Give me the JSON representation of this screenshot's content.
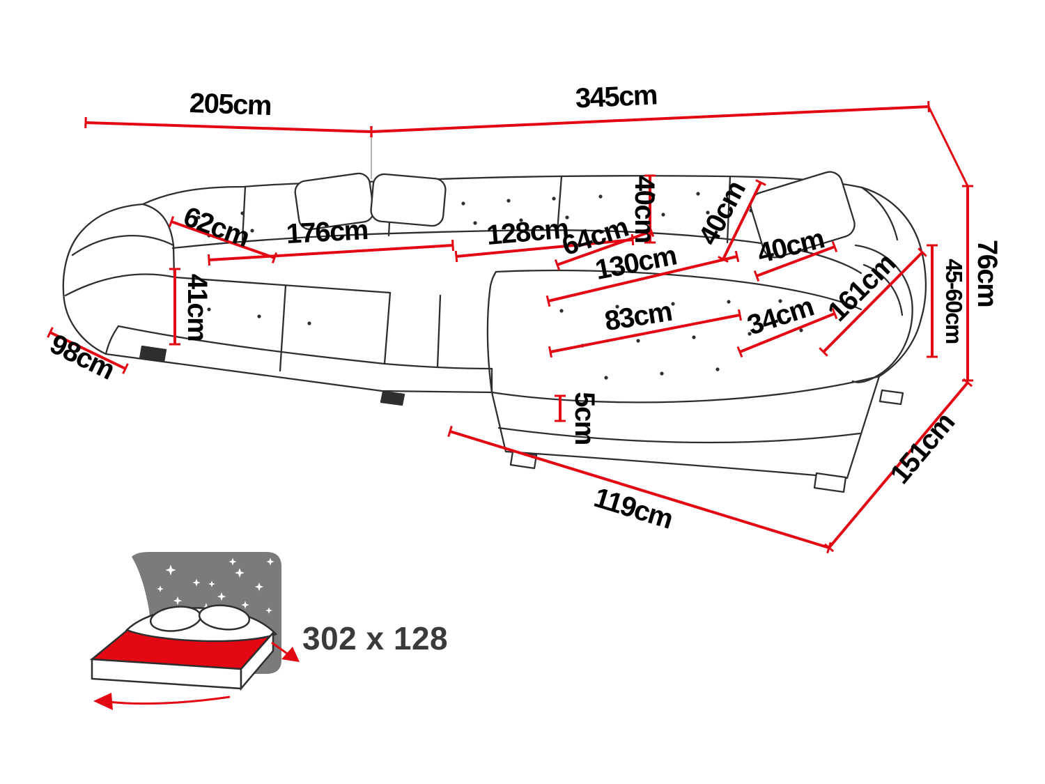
{
  "diagram": {
    "title": "u-shaped-corner-sofa-dimension-diagram",
    "unit": "cm",
    "colors": {
      "dimension_red": "#e30613",
      "line_black": "#2e2e2e",
      "headboard_gray": "#7b7b7b",
      "label_black": "#010101",
      "sleep_label_gray": "#3a3a3a"
    },
    "dimensions": {
      "left_width": "205cm",
      "front_width": "345cm",
      "height": "76cm",
      "armrest_height": "45-60cm",
      "right_depth": "151cm",
      "right_chaise_front": "119cm",
      "left_chaise_width": "98cm",
      "seat_height": "41cm",
      "seat_depth_left": "62cm",
      "left_seat_length": "176cm",
      "middle_seat_length": "128cm",
      "seat_depth_middle": "64cm",
      "backrest_height": "40cm",
      "cushion_height": "40cm",
      "cushion_width": "40cm",
      "right_chaise_length": "130cm",
      "right_chaise_seat_width": "83cm",
      "armrest_width": "34cm",
      "armrest_depth": "161cm",
      "leg_height": "5cm"
    },
    "sleeping_area": {
      "label": "302 x 128"
    }
  }
}
